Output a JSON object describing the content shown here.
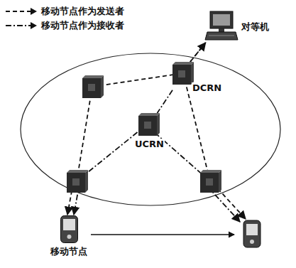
{
  "diagram": {
    "nodes": [
      {
        "text": [
          "对等机"
        ]
      },
      {
        "text": [
          "DCRN"
        ]
      },
      {
        "text": [
          "UCRN"
        ]
      },
      {
        "text": [
          "移动节点"
        ]
      }
    ],
    "edges": [
      {
        "from": 1,
        "to": 0,
        "arrow": "to"
      },
      {
        "from": 1,
        "to": 2,
        "arrow": "none"
      },
      {
        "from": 0,
        "to": 1,
        "arrow": "none"
      }
    ],
    "legend": [
      {
        "text": "移动节点作为发送者"
      },
      {
        "text": "移动节点作为接收者"
      }
    ]
  }
}
